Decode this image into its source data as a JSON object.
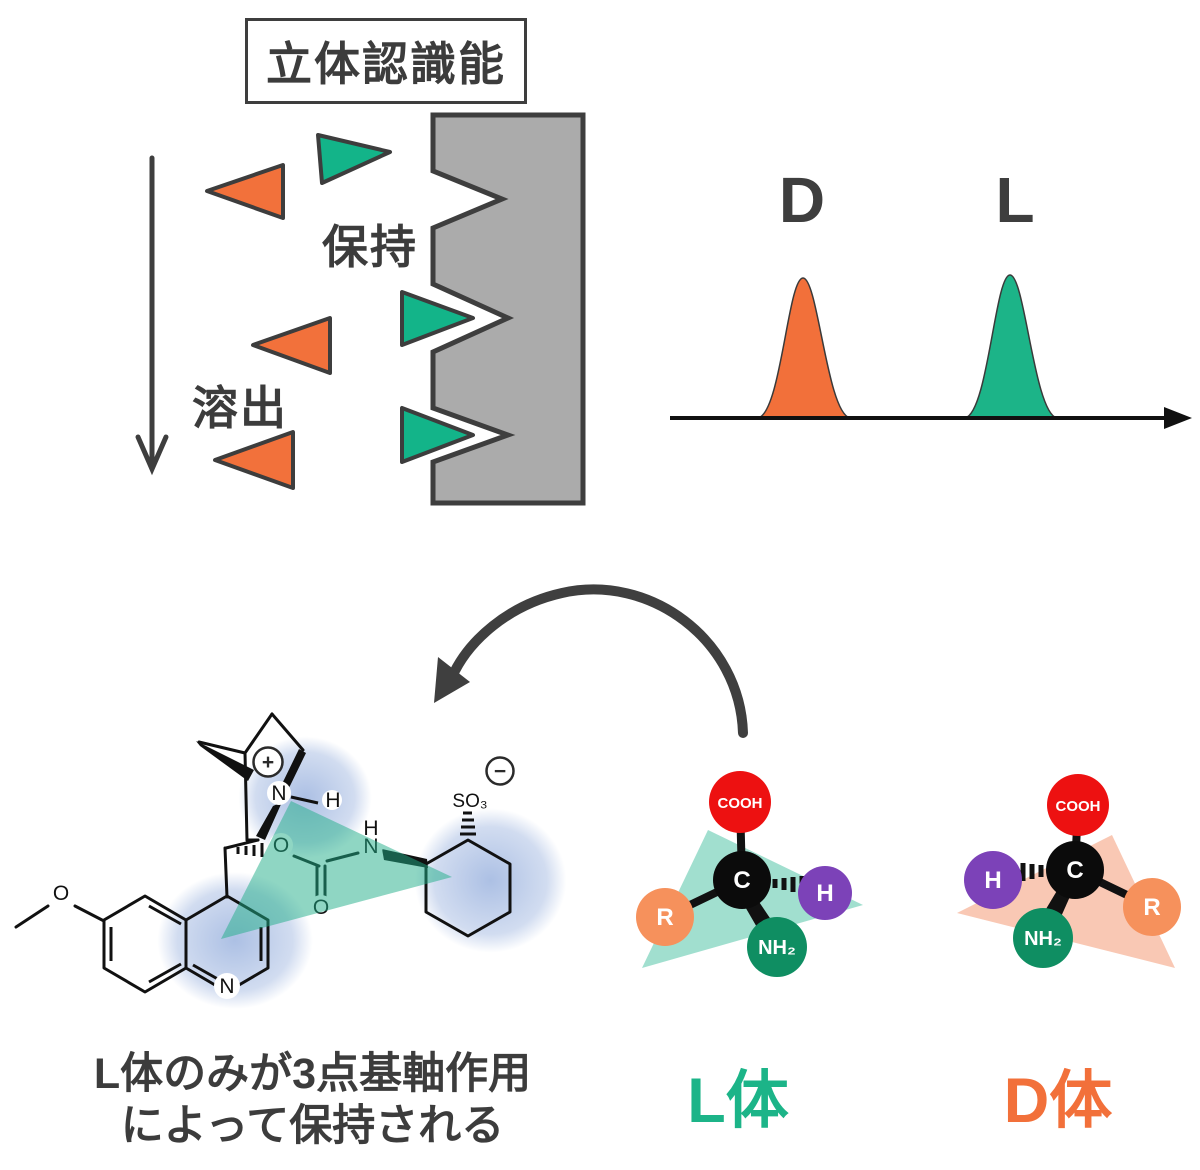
{
  "palette": {
    "ink": "#3e3e3e",
    "orange": "#F2703A",
    "green": "#1CB488",
    "stationary_phase_gray": "#ABABAB",
    "red": "#ED1111",
    "purple": "#7C42B8",
    "dark_green": "#0F8E62",
    "light_orange": "#F6915C",
    "teal_triangle": "#1FAE88",
    "salmon_triangle": "#F4926A",
    "glow_blue": "#688CCE"
  },
  "title": {
    "label": "立体認識能"
  },
  "column_diagram": {
    "retention_label": "保持",
    "elution_label": "溶出",
    "flow_direction": "down",
    "free_analytes": "orange left-pointing triangles (D)",
    "bound_analytes": "green right-pointing triangles (L) docked in notches of gray stationary phase"
  },
  "chromatogram": {
    "peaks": [
      {
        "label": "D",
        "color": "#F2703A",
        "position": "first (earlier retention)"
      },
      {
        "label": "L",
        "color": "#1CB488",
        "position": "second (later retention)"
      }
    ]
  },
  "selector": {
    "plus_charge": "+",
    "minus_charge": "−",
    "ammonium_n": "N",
    "ammonium_h": "H",
    "carbamate_o": "O",
    "carbonyl_o": "O",
    "carbamate_n": "N",
    "carbamate_h": "H",
    "sulfonate": "SO₃",
    "methoxy_o": "O",
    "quinoline_n": "N"
  },
  "models": {
    "atoms": {
      "cooh": "COOH",
      "c": "C",
      "r": "R",
      "h": "H",
      "nh2": "NH₂"
    },
    "l_label": "L体",
    "d_label": "D体"
  },
  "caption": {
    "line1": "L体のみが3点基軸作用",
    "line2": "によって保持される"
  }
}
